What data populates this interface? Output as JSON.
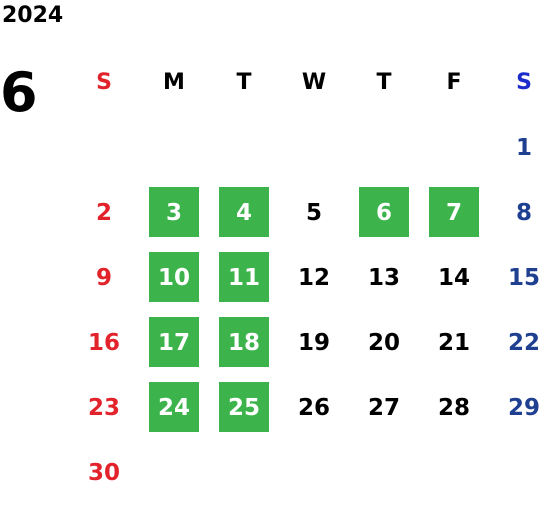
{
  "calendar": {
    "year": "2024",
    "month": "6",
    "weekdays": [
      "S",
      "M",
      "T",
      "W",
      "T",
      "F",
      "S"
    ],
    "weeks": [
      [
        "",
        "",
        "",
        "",
        "",
        "",
        "1"
      ],
      [
        "2",
        "3",
        "4",
        "5",
        "6",
        "7",
        "8"
      ],
      [
        "9",
        "10",
        "11",
        "12",
        "13",
        "14",
        "15"
      ],
      [
        "16",
        "17",
        "18",
        "19",
        "20",
        "21",
        "22"
      ],
      [
        "23",
        "24",
        "25",
        "26",
        "27",
        "28",
        "29"
      ],
      [
        "30",
        "",
        "",
        "",
        "",
        "",
        ""
      ]
    ],
    "highlighted_days": [
      "3",
      "4",
      "6",
      "7",
      "10",
      "11",
      "17",
      "18",
      "24",
      "25"
    ],
    "colors": {
      "sunday": "#e2232b",
      "saturday": "#1f3f91",
      "saturday_header": "#1a2ccc",
      "highlight": "#3cb44b",
      "weekday": "#000000",
      "highlight_text": "#ffffff"
    }
  }
}
